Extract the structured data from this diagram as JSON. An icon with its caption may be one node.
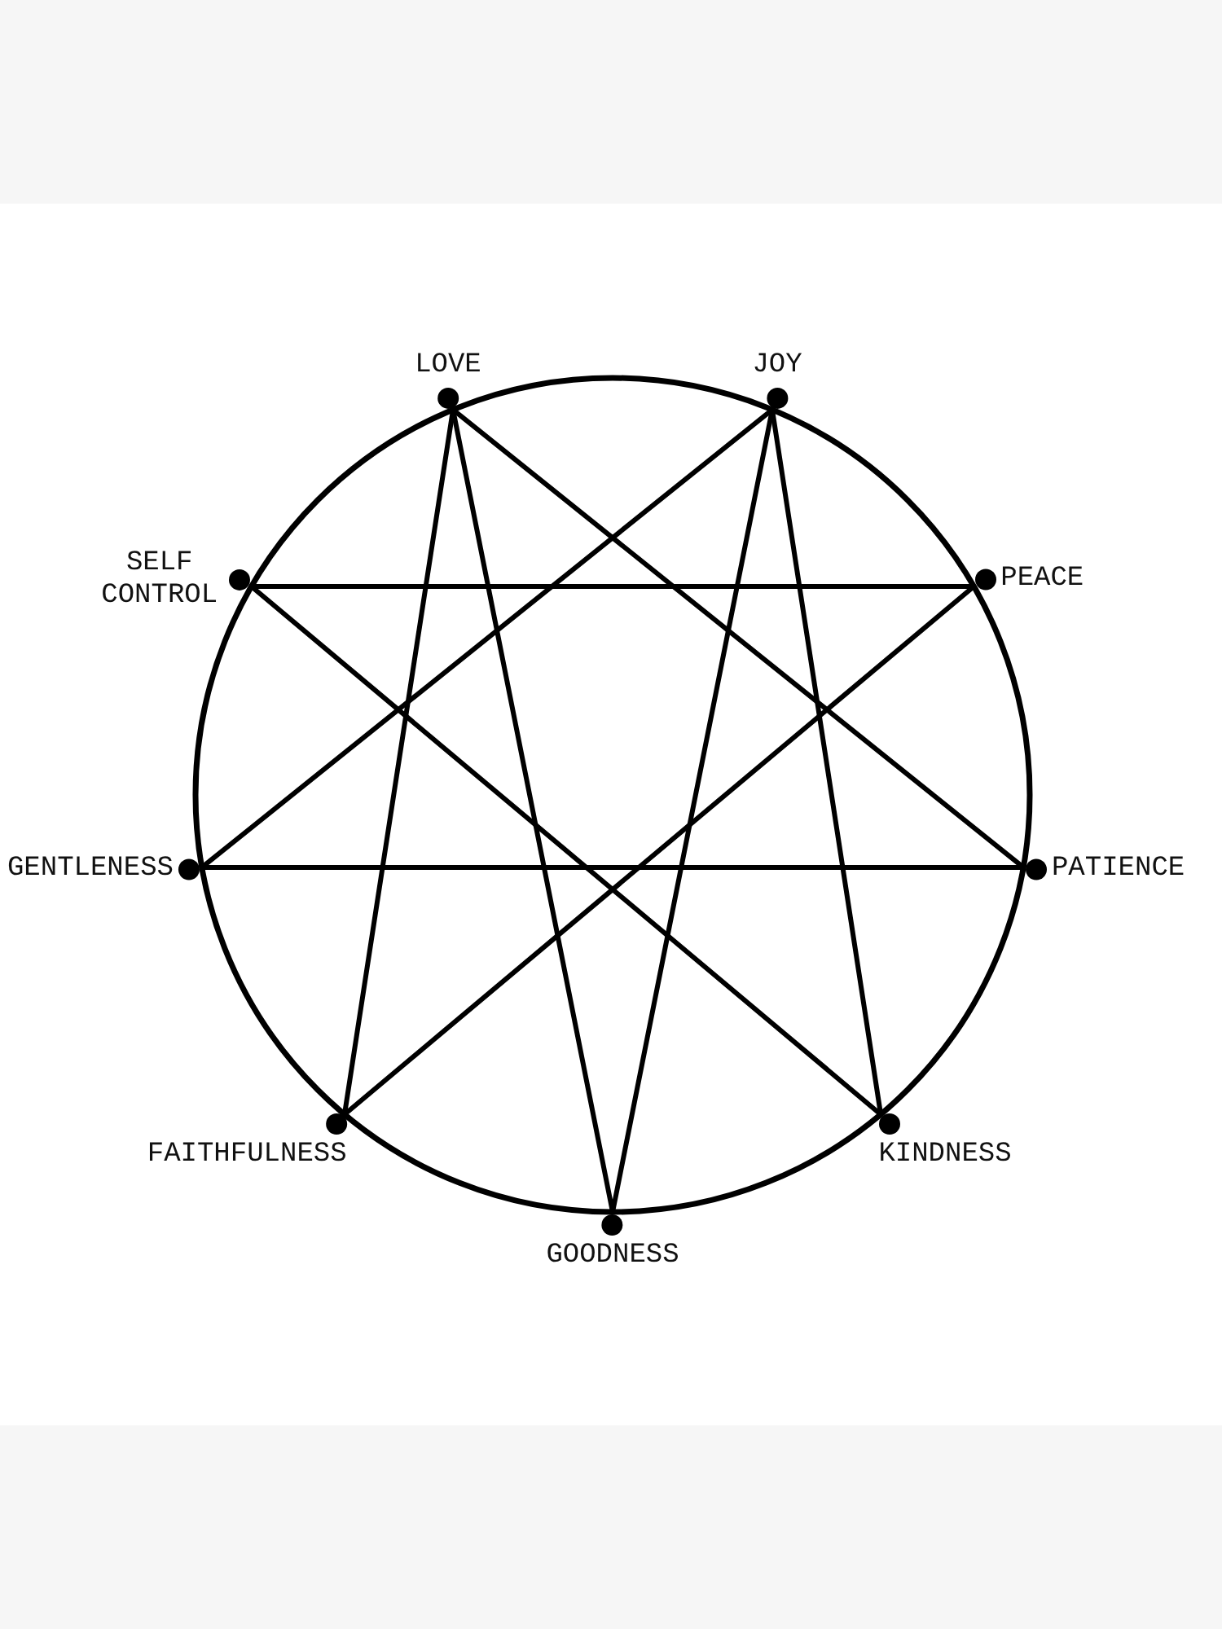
{
  "diagram": {
    "nodes": [
      {
        "text": [
          "LOVE"
        ]
      },
      {
        "text": [
          "JOY"
        ]
      },
      {
        "text": [
          "PEACE"
        ]
      },
      {
        "text": [
          "PATIENCE"
        ]
      },
      {
        "text": [
          "KINDNESS"
        ]
      },
      {
        "text": [
          "GOODNESS"
        ]
      },
      {
        "text": [
          "FAITHFULNESS"
        ]
      },
      {
        "text": [
          "GENTLENESS"
        ]
      },
      {
        "text": [
          "SELF CONTROL"
        ]
      }
    ],
    "edges": [
      {
        "from": 0,
        "to": 5,
        "arrow": "none"
      },
      {
        "from": 5,
        "to": 1,
        "arrow": "none"
      },
      {
        "from": 1,
        "to": 4,
        "arrow": "none"
      },
      {
        "from": 4,
        "to": 8,
        "arrow": "none"
      },
      {
        "from": 8,
        "to": 2,
        "arrow": "none"
      },
      {
        "from": 2,
        "to": 6,
        "arrow": "none"
      },
      {
        "from": 6,
        "to": 0,
        "arrow": "none"
      },
      {
        "from": 0,
        "to": 3,
        "arrow": "none"
      },
      {
        "from": 3,
        "to": 7,
        "arrow": "none"
      },
      {
        "from": 7,
        "to": 1,
        "arrow": "none"
      }
    ]
  }
}
